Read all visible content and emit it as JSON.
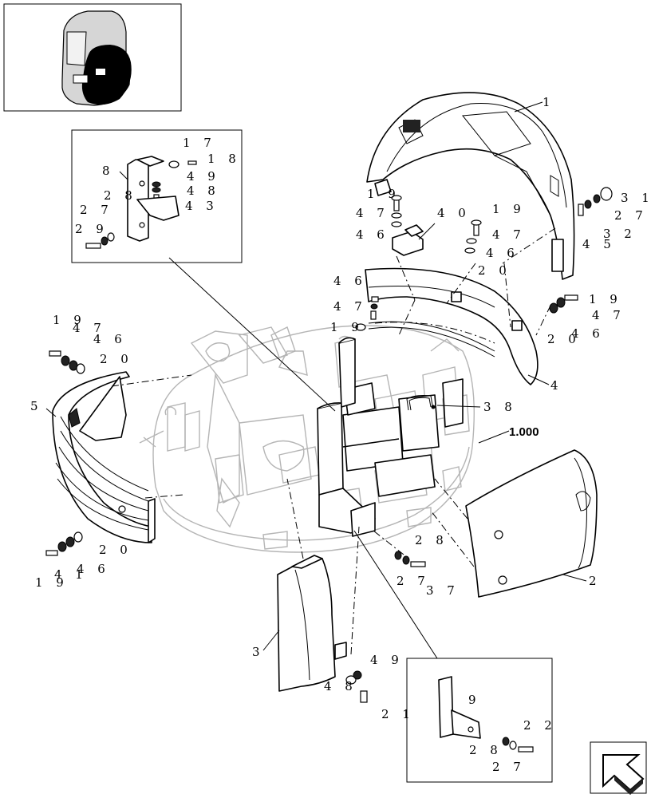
{
  "labels": {
    "l_1": "1",
    "l_2": "2",
    "l_3": "3",
    "l_4": "4",
    "l_5": "5",
    "l_8": "8",
    "l_9": "9",
    "l_17": "1 7",
    "l_18": "1 8",
    "l_49a": "4 9",
    "l_48a": "4 8",
    "l_43": "4 3",
    "l_28a": "2 8",
    "l_27a": "2 7",
    "l_29": "2 9",
    "l_19a": "1 9",
    "l_47a": "4 7",
    "l_46a": "4 6",
    "l_40": "4 0",
    "l_19b": "1 9",
    "l_47b": "4 7",
    "l_46b": "4 6",
    "l_20a": "2 0",
    "l_31": "3 1",
    "l_27b": "2 7",
    "l_32": "3 2",
    "l_45": "4 5",
    "l_46c": "4 6",
    "l_47c": "4 7",
    "l_19c": "1 9",
    "l_19d": "1 9",
    "l_47d": "4 7",
    "l_46d": "4 6",
    "l_20b": "2 0",
    "l_19e": "1 9",
    "l_47e": "4 7",
    "l_46e": "4 6",
    "l_20c": "2 0",
    "l_38": "3 8",
    "l_1000": "1.000",
    "l_19f": "1 9",
    "l_41": "4 1",
    "l_46f": "4 6",
    "l_20d": "2 0",
    "l_28b": "2 8",
    "l_27c": "2 7",
    "l_37": "3 7",
    "l_49b": "4 9",
    "l_48b": "4 8",
    "l_21": "2 1",
    "l_22": "2 2",
    "l_28c": "2 8",
    "l_27d": "2 7"
  }
}
